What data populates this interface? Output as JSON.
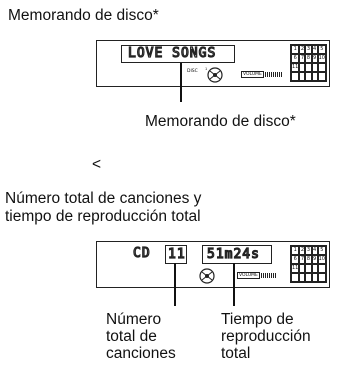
{
  "heading_top": "Memorando de disco*",
  "display1": {
    "segment_text": "LOVE SONGS",
    "disc_label": "DISC",
    "volume_label": "VOLUME",
    "grid": [
      "1",
      "2",
      "3",
      "4",
      "5",
      "6",
      "7",
      "8",
      "9",
      "10",
      "11"
    ]
  },
  "callout1": "Memorando de disco*",
  "arrow_symbol": "<",
  "heading_bottom": {
    "line1": "Número total de canciones y",
    "line2": "tiempo de reproducción total"
  },
  "display2": {
    "cd_label": "CD",
    "track_count": "11",
    "play_time": "51m24s",
    "volume_label": "VOLUME",
    "grid": [
      "1",
      "2",
      "3",
      "4",
      "5",
      "6",
      "7",
      "8",
      "9",
      "10",
      "11"
    ]
  },
  "callout_tracks": {
    "line1": "Número",
    "line2": "total de",
    "line3": "canciones"
  },
  "callout_time": {
    "line1": "Tiempo de",
    "line2": "reproducción",
    "line3": "total"
  }
}
